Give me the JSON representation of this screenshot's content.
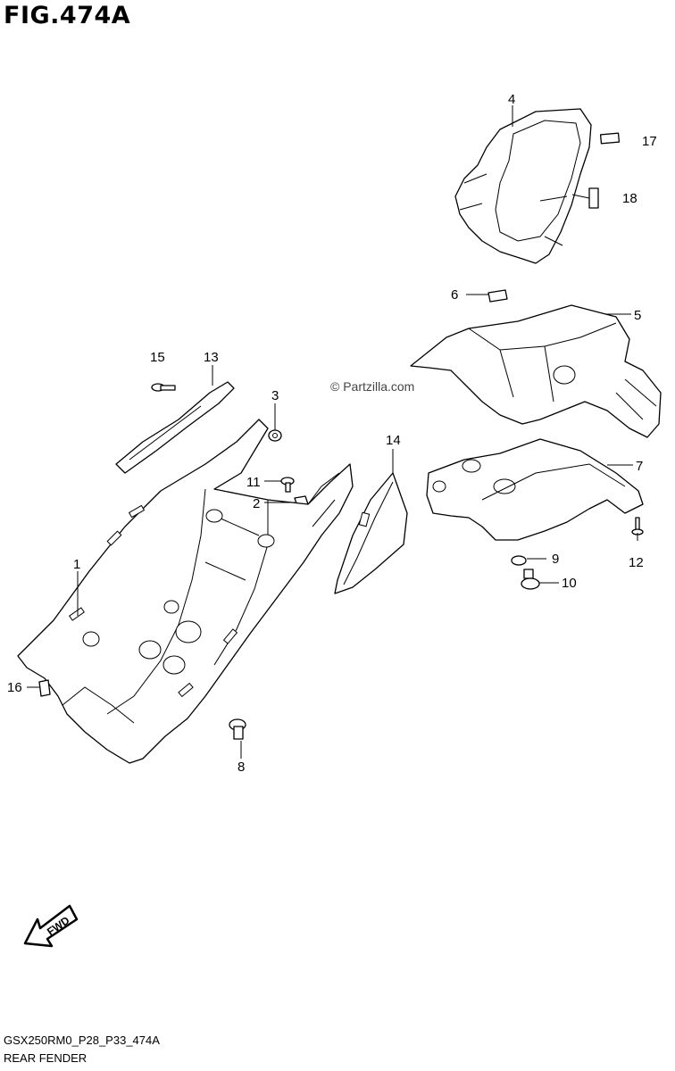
{
  "figure": {
    "title": "FIG.474A"
  },
  "watermark": "© Partzilla.com",
  "fwd_label": "FWD",
  "footer": {
    "code": "GSX250RM0_P28_P33_474A",
    "caption": "REAR FENDER"
  },
  "callouts": [
    "1",
    "2",
    "3",
    "4",
    "5",
    "6",
    "7",
    "8",
    "9",
    "10",
    "11",
    "12",
    "13",
    "14",
    "15",
    "16",
    "17",
    "18"
  ]
}
